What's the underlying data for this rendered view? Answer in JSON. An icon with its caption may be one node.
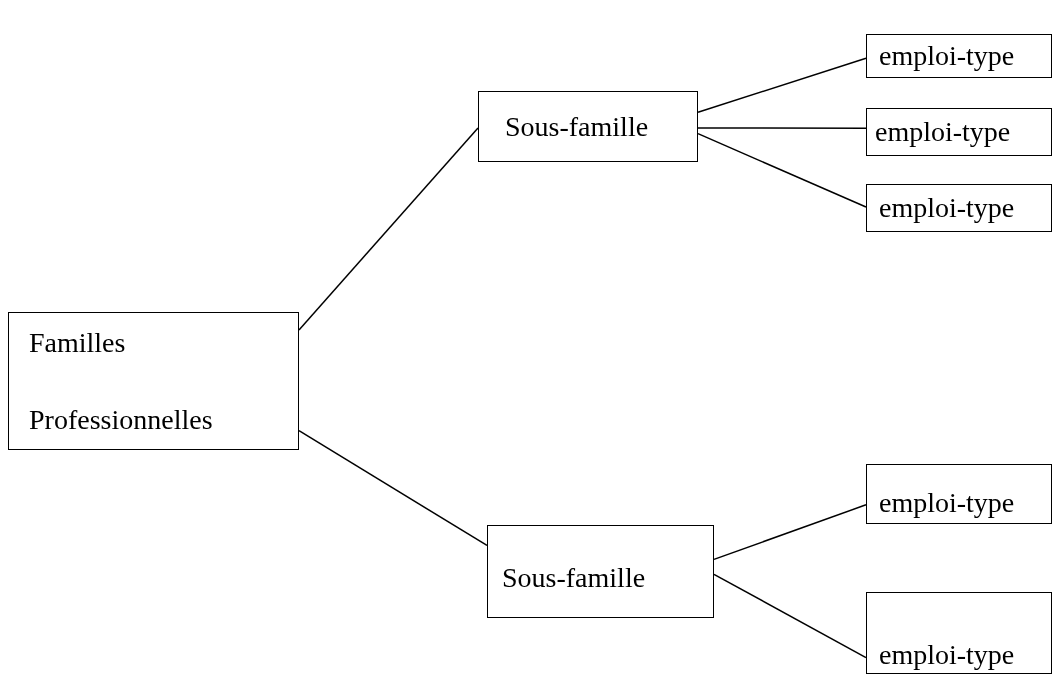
{
  "diagram": {
    "nodes": [
      {
        "text": [
          "Familles Professionnelles"
        ]
      },
      {
        "text": [
          "Sous-famille"
        ]
      },
      {
        "text": [
          "Sous-famille"
        ]
      },
      {
        "text": [
          "emploi-type"
        ]
      },
      {
        "text": [
          "emploi-type"
        ]
      },
      {
        "text": [
          "emploi-type"
        ]
      },
      {
        "text": [
          "emploi-type"
        ]
      },
      {
        "text": [
          "emploi-type"
        ]
      }
    ],
    "edges": [
      {
        "from": 0,
        "to": 1,
        "arrow": "none"
      },
      {
        "from": 0,
        "to": 2,
        "arrow": "none"
      },
      {
        "from": 1,
        "to": 3,
        "arrow": "none"
      },
      {
        "from": 1,
        "to": 4,
        "arrow": "none"
      },
      {
        "from": 1,
        "to": 5,
        "arrow": "none"
      },
      {
        "from": 2,
        "to": 6,
        "arrow": "none"
      },
      {
        "from": 2,
        "to": 7,
        "arrow": "none"
      }
    ]
  }
}
